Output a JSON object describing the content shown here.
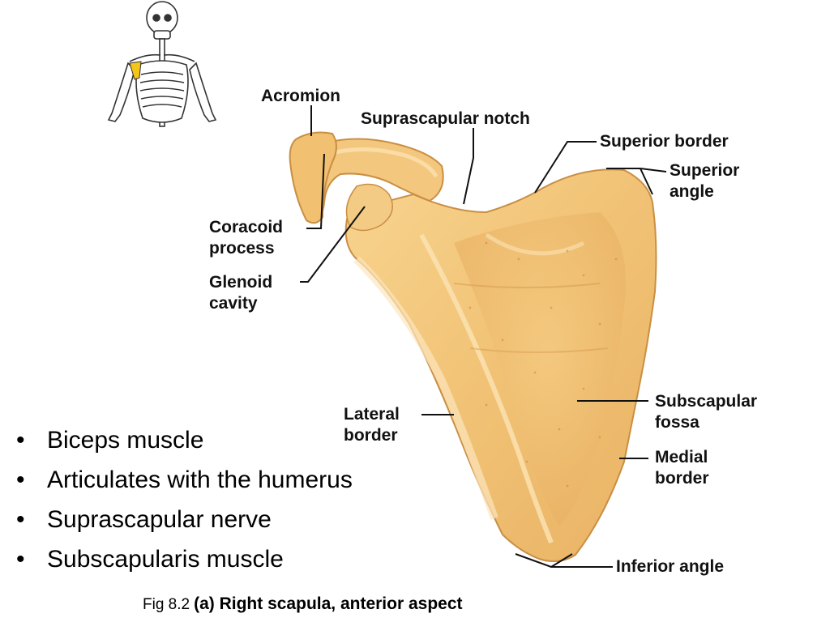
{
  "labels": {
    "acromion": "Acromion",
    "suprascapular_notch": "Suprascapular notch",
    "superior_border": "Superior border",
    "superior_angle_1": "Superior",
    "superior_angle_2": "angle",
    "coracoid_1": "Coracoid",
    "coracoid_2": "process",
    "glenoid_1": "Glenoid",
    "glenoid_2": "cavity",
    "lateral_border_1": "Lateral",
    "lateral_border_2": "border",
    "subscapular_fossa_1": "Subscapular",
    "subscapular_fossa_2": "fossa",
    "medial_border_1": "Medial",
    "medial_border_2": "border",
    "inferior_angle": "Inferior angle"
  },
  "bullets": [
    "Biceps muscle",
    "Articulates with the humerus",
    "Suprascapular nerve",
    "Subscapularis muscle"
  ],
  "bullet_symbol": "•",
  "caption": {
    "prefix": "Fig 8.2",
    "text": "(a) Right scapula, anterior aspect"
  },
  "colors": {
    "bone": "#f3c77e",
    "bone_light": "#fbe2b0",
    "bone_shadow": "#d9a055",
    "highlight": "#f5c518",
    "leader": "#111111"
  }
}
